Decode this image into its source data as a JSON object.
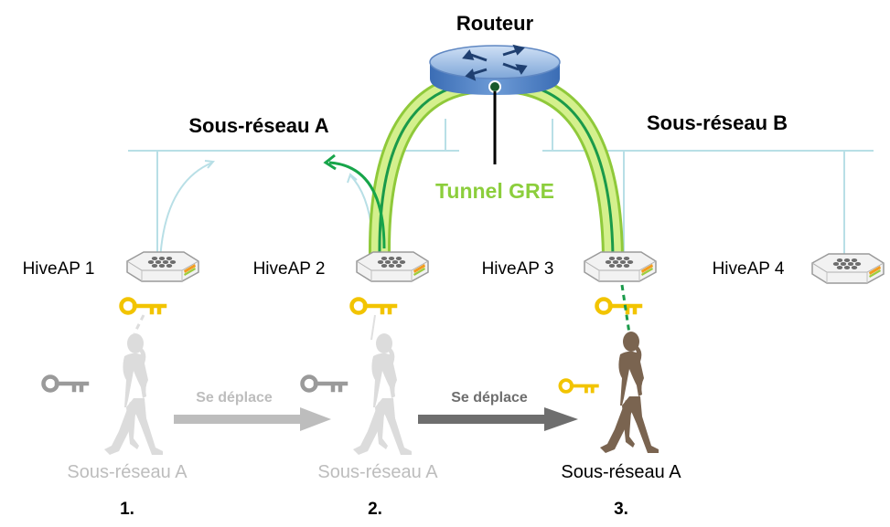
{
  "router": {
    "label": "Routeur"
  },
  "subnets": {
    "a": "Sous-réseau A",
    "b": "Sous-réseau B"
  },
  "tunnel": {
    "label": "Tunnel GRE"
  },
  "access_points": [
    {
      "label": "HiveAP 1"
    },
    {
      "label": "HiveAP 2"
    },
    {
      "label": "HiveAP 3"
    },
    {
      "label": "HiveAP 4"
    }
  ],
  "moves": [
    {
      "label": "Se déplace"
    },
    {
      "label": "Se déplace"
    }
  ],
  "steps": [
    {
      "subnet": "Sous-réseau A",
      "number": "1."
    },
    {
      "subnet": "Sous-réseau A",
      "number": "2."
    },
    {
      "subnet": "Sous-réseau A",
      "number": "3."
    }
  ],
  "colors": {
    "tunnel_light": "#b5e06b",
    "tunnel_dark": "#1a9a4a",
    "roam_arrow": "#17a54a",
    "lan_line": "#b8dfe6",
    "key_gold": "#f2c400",
    "key_gray": "#9a9a9a",
    "faded_person": "#dcdcdc",
    "active_person": "#7a6450",
    "faded_text": "#bdbdbd",
    "arrow_light": "#bdbdbd",
    "arrow_dark": "#6e6e6e"
  }
}
